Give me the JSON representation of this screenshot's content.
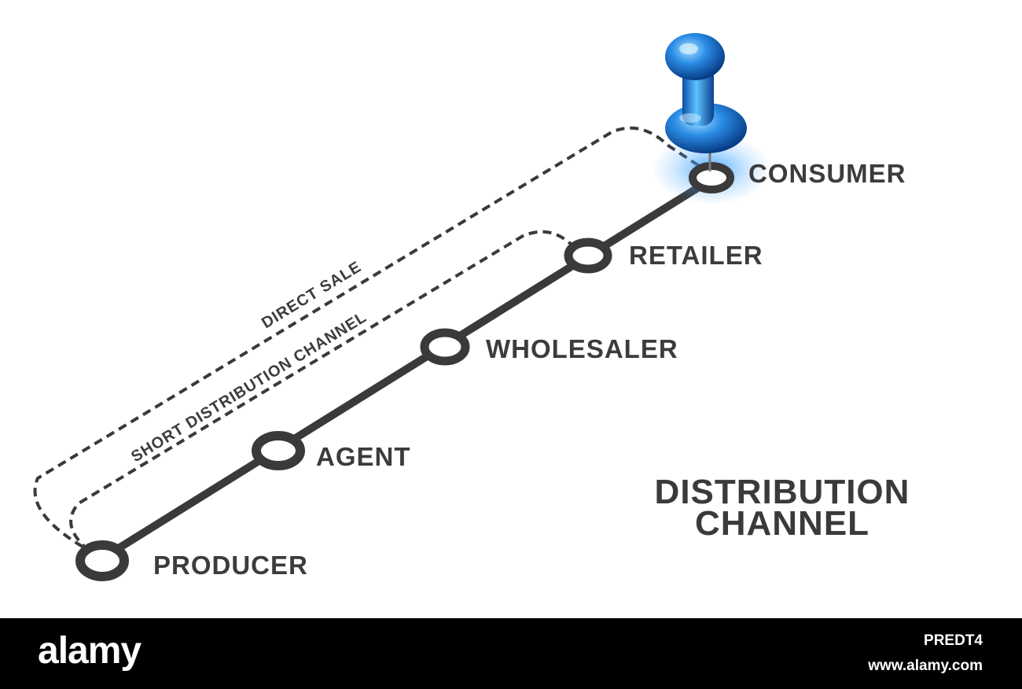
{
  "diagram": {
    "title_line1": "DISTRIBUTION",
    "title_line2": "CHANNEL",
    "nodes": [
      {
        "id": "producer",
        "label": "PRODUCER"
      },
      {
        "id": "agent",
        "label": "AGENT"
      },
      {
        "id": "wholesaler",
        "label": "WHOLESALER"
      },
      {
        "id": "retailer",
        "label": "RETAILER"
      },
      {
        "id": "consumer",
        "label": "CONSUMER"
      }
    ],
    "routes": [
      {
        "id": "direct-sale",
        "label": "DIRECT SALE"
      },
      {
        "id": "short-channel",
        "label": "SHORT DISTRIBUTION CHANNEL"
      }
    ],
    "colors": {
      "line": "#3a3a3a",
      "pin": "#1e90ff",
      "background": "#ffffff"
    }
  },
  "footer": {
    "logo": "alamy",
    "image_id": "PREDT4",
    "site": "www.alamy.com"
  }
}
